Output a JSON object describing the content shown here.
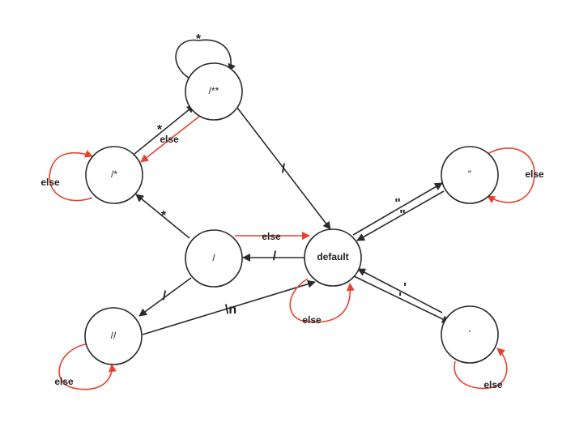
{
  "colors": {
    "black": "#2b2b2b",
    "red": "#e8412c",
    "node_fill": "#ffffff"
  },
  "states": {
    "s_starstar": "/**",
    "s_slashstar": "/*",
    "s_slash": "/",
    "s_default": "default",
    "s_dslash": "//",
    "s_dquote": "\"",
    "s_squote": "'"
  },
  "edges": {
    "star_self": "*",
    "star_to_starstar": "*",
    "else_to_slashstar": "else",
    "slashstar_self": "else",
    "slash_to_slashstar": "*",
    "starstar_to_default": "/",
    "slash_to_default": "else",
    "default_to_slash": "/",
    "slash_to_dslash": "/",
    "dslash_to_default": "\\n",
    "dslash_self": "else",
    "default_self": "else",
    "default_to_dquote": "\"",
    "dquote_to_default": "\"",
    "dquote_self": "else",
    "default_to_squote": "'",
    "squote_to_default": "'",
    "squote_self": "else"
  }
}
